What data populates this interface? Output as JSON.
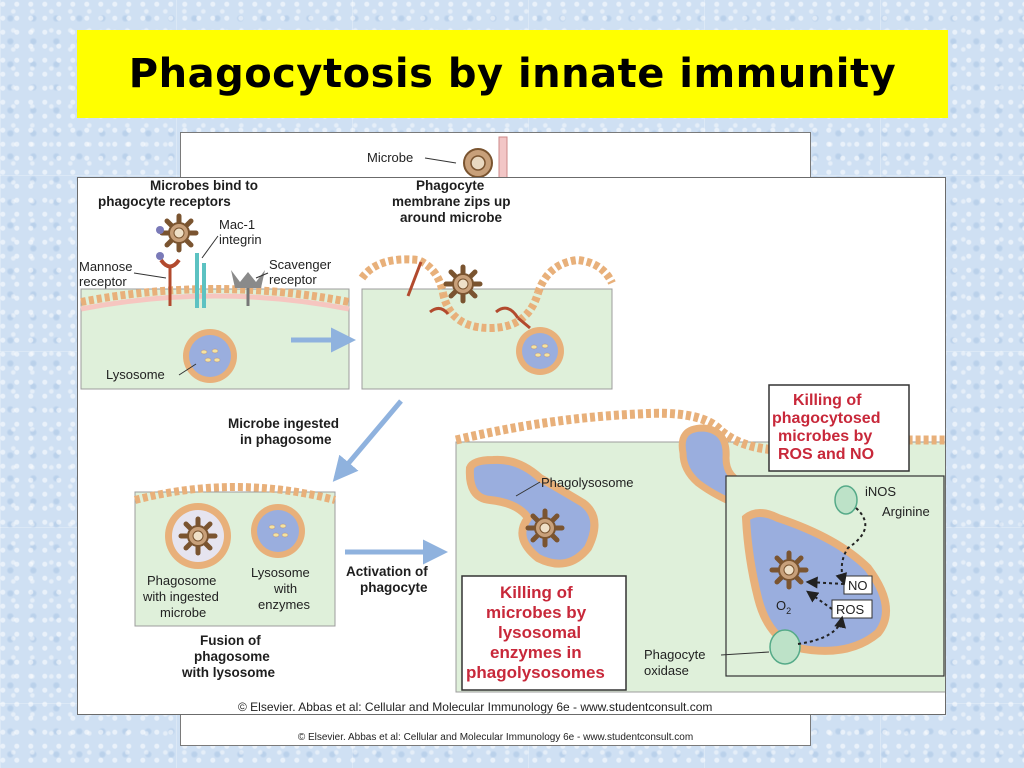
{
  "title": "Phagocytosis by innate immunity",
  "back_figure": {
    "microbe_label": "Microbe",
    "credit": "© Elsevier. Abbas et al: Cellular and Molecular Immunology 6e - www.studentconsult.com"
  },
  "diagram": {
    "step1": {
      "heading_line1": "Microbes bind to",
      "heading_line2": "phagocyte receptors",
      "mac1_line1": "Mac-1",
      "mac1_line2": "integrin",
      "mannose_line1": "Mannose",
      "mannose_line2": "receptor",
      "scavenger_line1": "Scavenger",
      "scavenger_line2": "receptor",
      "lysosome": "Lysosome"
    },
    "step2": {
      "heading_line1": "Phagocyte",
      "heading_line2": "membrane zips up",
      "heading_line3": "around microbe"
    },
    "step3": {
      "heading_line1": "Microbe ingested",
      "heading_line2": "in phagosome",
      "phagosome_line1": "Phagosome",
      "phagosome_line2": "with ingested",
      "phagosome_line3": "microbe",
      "lysosome_line1": "Lysosome",
      "lysosome_line2": "with",
      "lysosome_line3": "enzymes",
      "fusion_line1": "Fusion of",
      "fusion_line2": "phagosome",
      "fusion_line3": "with lysosome"
    },
    "activation_line1": "Activation of",
    "activation_line2": "phagocyte",
    "phagolysosome": "Phagolysosome",
    "killing_lysosomal": [
      "Killing of",
      "microbes by",
      "lysosomal",
      "enzymes in",
      "phagolysosomes"
    ],
    "killing_ros": [
      "Killing of",
      "phagocytosed",
      "microbes by",
      "ROS and NO"
    ],
    "inos": "iNOS",
    "arginine": "Arginine",
    "no": "NO",
    "ros": "ROS",
    "o2": "O",
    "o2_sub": "2",
    "oxidase_line1": "Phagocyte",
    "oxidase_line2": "oxidase",
    "credit": "© Elsevier. Abbas et al: Cellular and Molecular Immunology 6e - www.studentconsult.com"
  },
  "colors": {
    "title_bg": "#ffff00",
    "cell_fill": "#dff0da",
    "membrane_bead": "#e8b07a",
    "membrane_inner": "#f6c6c0",
    "vesicle_fill": "#9aaede",
    "arrow": "#8fb2de",
    "red_text": "#c8283a"
  }
}
